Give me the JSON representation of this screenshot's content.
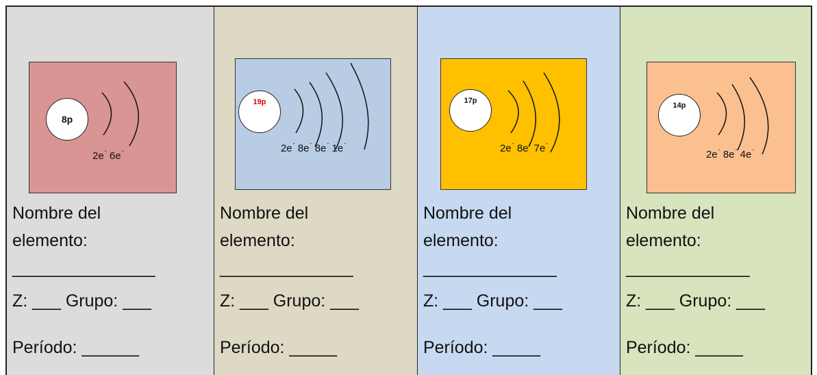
{
  "columns": [
    {
      "bg": "#dcdcdc",
      "box_color": "#d99494",
      "protons": "8p",
      "proton_color": "#111111",
      "electrons": [
        "2e",
        "6e"
      ],
      "name_line1": "Nombre del",
      "name_line2": "elemento:",
      "blank": "_______________",
      "z_group": "Z: ___ Grupo: ___",
      "periodo": "Período: ______"
    },
    {
      "bg": "#ddd9c4",
      "box_color": "#b8cce4",
      "protons": "19p",
      "proton_color": "#e00000",
      "electrons": [
        "2e",
        "8e",
        "8e",
        "1e"
      ],
      "name_line1": "Nombre del",
      "name_line2": "elemento:",
      "blank": "______________",
      "z_group": "Z: ___ Grupo: ___",
      "periodo": "Período: _____"
    },
    {
      "bg": "#c6d9f1",
      "box_color": "#ffc000",
      "protons": "17p",
      "proton_color": "#111111",
      "electrons": [
        "2e",
        "8e",
        "7e"
      ],
      "name_line1": "Nombre del",
      "name_line2": "elemento:",
      "blank": "______________",
      "z_group": "Z: ___ Grupo: ___",
      "periodo": "Período: _____"
    },
    {
      "bg": "#d7e4bd",
      "box_color": "#fac090",
      "protons": "14p",
      "proton_color": "#111111",
      "electrons": [
        "2e",
        "8e",
        "4e"
      ],
      "name_line1": "Nombre del",
      "name_line2": "elemento:",
      "blank": " _____________",
      "z_group": "Z: ___ Grupo: ___",
      "periodo": "Período: _____"
    }
  ]
}
